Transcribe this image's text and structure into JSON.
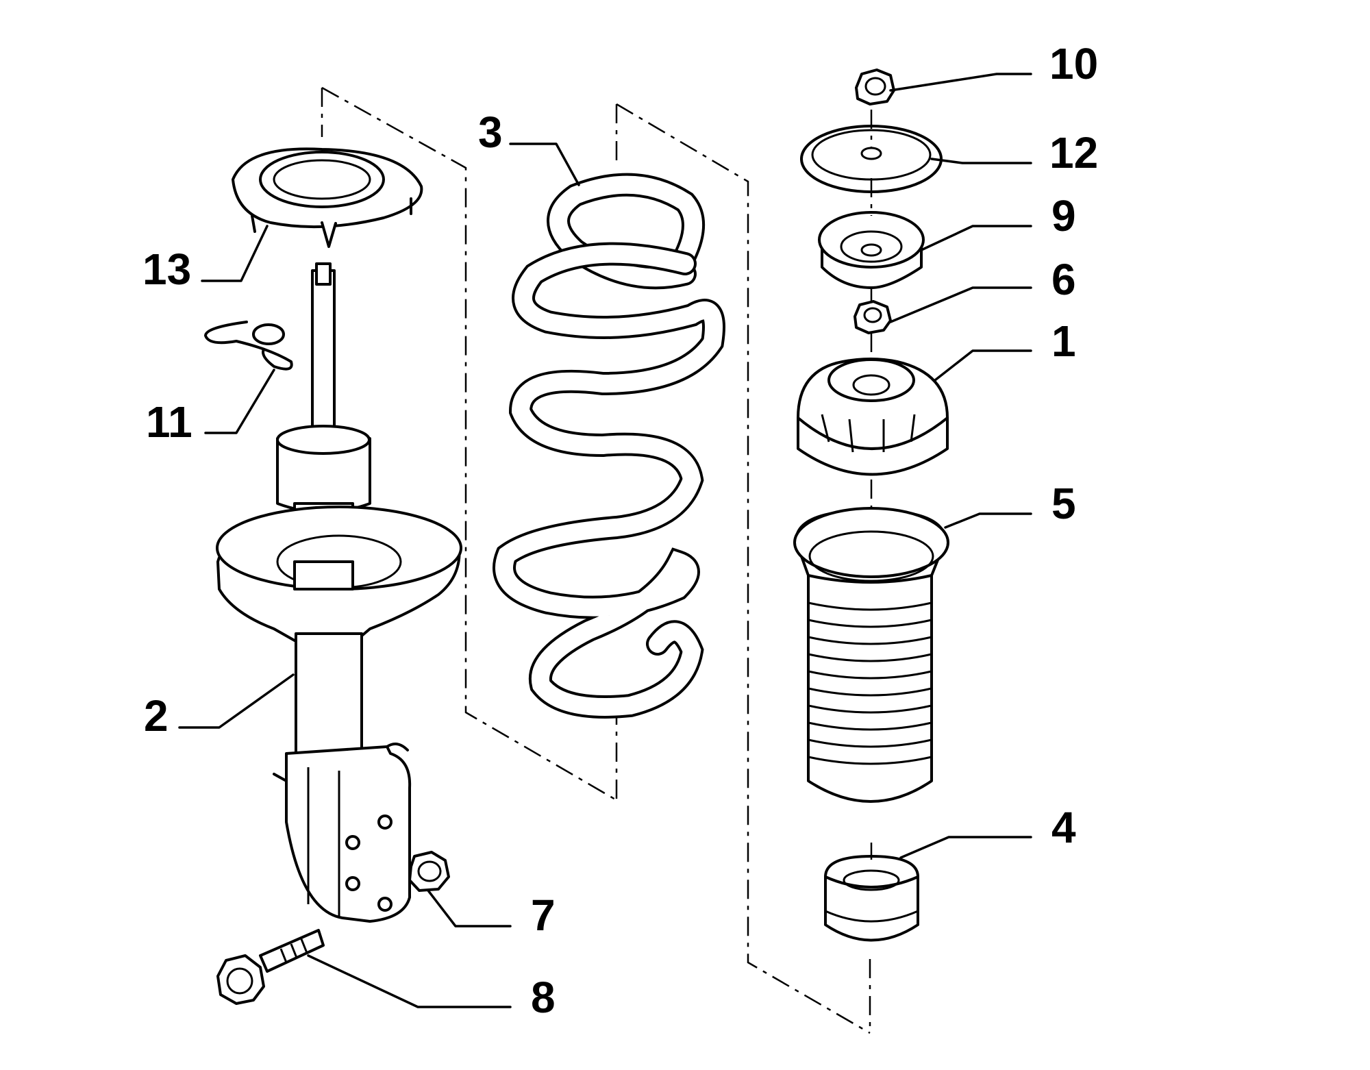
{
  "diagram": {
    "callouts": [
      {
        "id": "1",
        "label": "1"
      },
      {
        "id": "2",
        "label": "2"
      },
      {
        "id": "3",
        "label": "3"
      },
      {
        "id": "4",
        "label": "4"
      },
      {
        "id": "5",
        "label": "5"
      },
      {
        "id": "6",
        "label": "6"
      },
      {
        "id": "7",
        "label": "7"
      },
      {
        "id": "8",
        "label": "8"
      },
      {
        "id": "9",
        "label": "9"
      },
      {
        "id": "10",
        "label": "10"
      },
      {
        "id": "11",
        "label": "11"
      },
      {
        "id": "12",
        "label": "12"
      },
      {
        "id": "13",
        "label": "13"
      }
    ],
    "colors": {
      "line": "#000000",
      "background": "#ffffff"
    }
  }
}
